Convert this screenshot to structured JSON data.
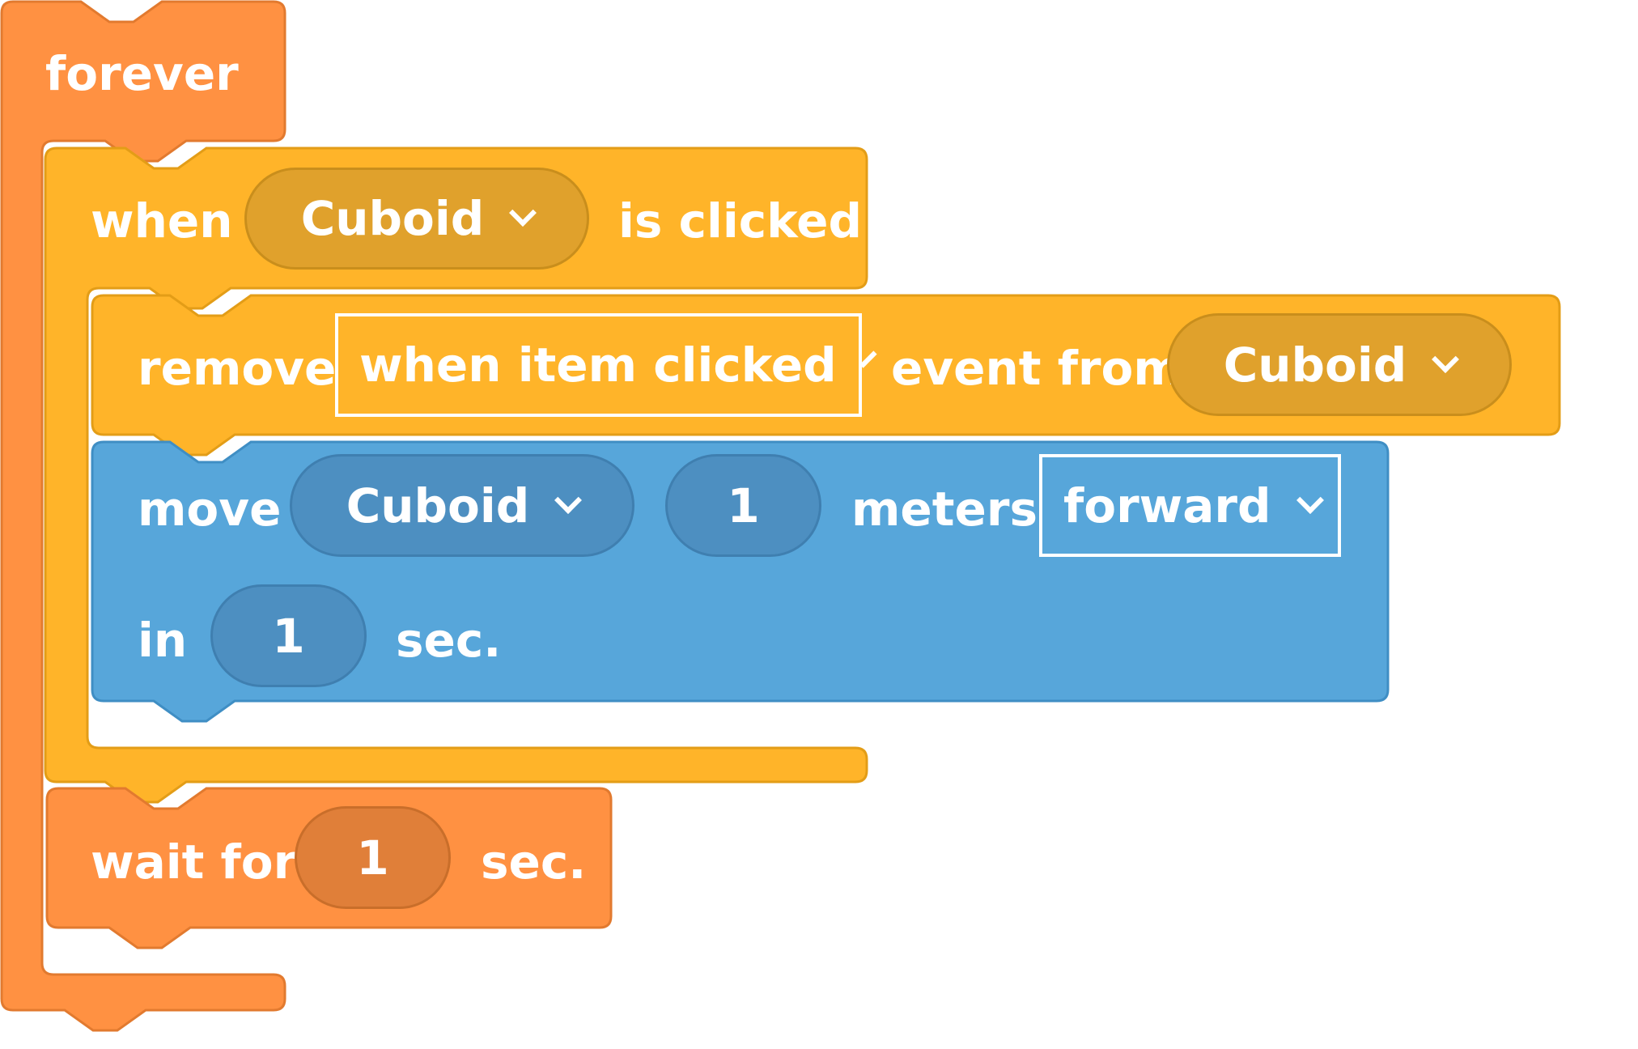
{
  "colors": {
    "control": "#ff9142",
    "event": "#ffb429",
    "motion": "#57a6da"
  },
  "forever": {
    "label": "forever"
  },
  "when_clicked": {
    "prefix": "when",
    "object": "Cuboid",
    "suffix": "is clicked"
  },
  "remove_event": {
    "prefix": "remove",
    "event": "when item clicked",
    "middle": "event from",
    "object": "Cuboid"
  },
  "move": {
    "prefix": "move",
    "object": "Cuboid",
    "distance": "1",
    "unit": "meters",
    "direction": "forward",
    "in_label": "in",
    "duration": "1",
    "duration_unit": "sec."
  },
  "wait": {
    "prefix": "wait for",
    "duration": "1",
    "unit": "sec."
  }
}
